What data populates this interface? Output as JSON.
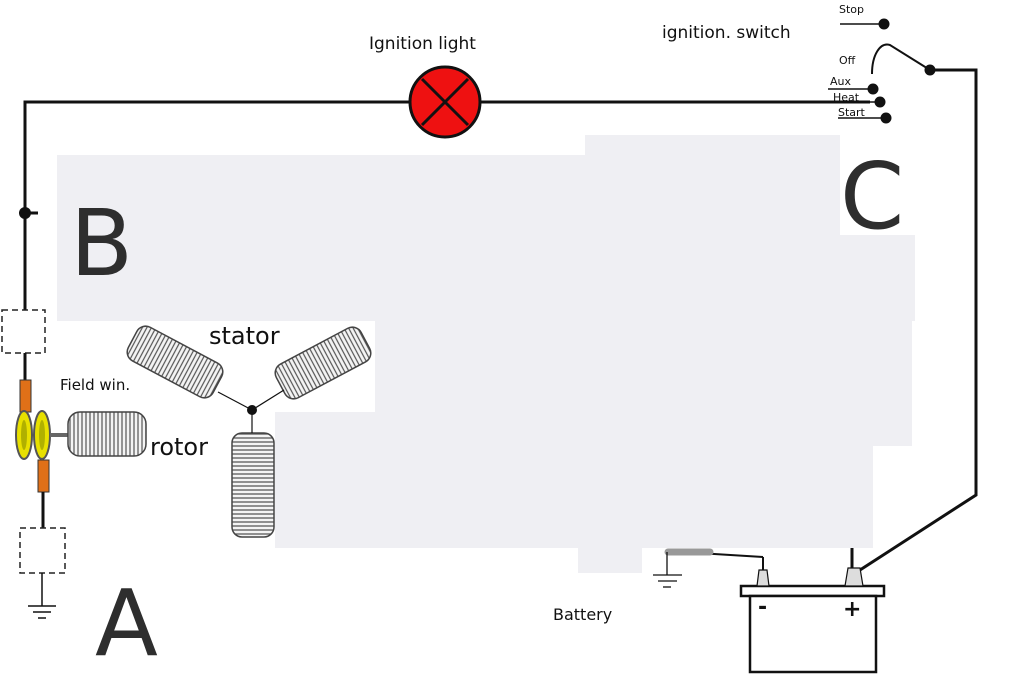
{
  "labels": {
    "ignition_light": "Ignition light",
    "ignition_switch": "ignition. switch",
    "stop": "Stop",
    "off": "Off",
    "aux": "Aux",
    "heat": "Heat",
    "start": "Start",
    "stator": "stator",
    "field_win": "Field win.",
    "rotor": "rotor",
    "battery": "Battery",
    "neg": "-",
    "pos": "+"
  },
  "regions": {
    "a": "A",
    "b": "B",
    "c": "C"
  },
  "colors": {
    "wire": "#111111",
    "lamp": "#ee1111",
    "masked_area": "#efeff3",
    "slip_ring": "#e8e000",
    "brush": "#e07018"
  }
}
